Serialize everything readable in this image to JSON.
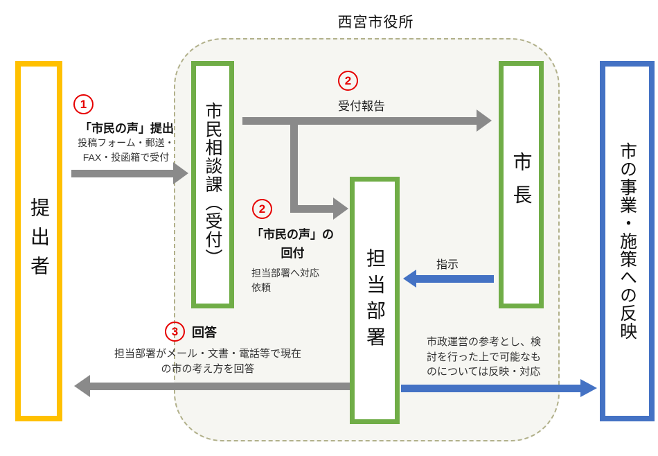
{
  "header": {
    "title": "西宮市役所"
  },
  "boxes": {
    "submitter": "提出者",
    "reception": "市民相談課（受付）",
    "mayor": "市長",
    "department": "担当部署",
    "reflection": "市の事業・施策への反映"
  },
  "steps": {
    "step1": {
      "number": "1",
      "title": "「市民の声」提出",
      "desc": "投稿フォーム・郵送・\nFAX・投函箱で受付"
    },
    "step2_report": {
      "number": "2",
      "label": "受付報告"
    },
    "step2_forward": {
      "number": "2",
      "title": "「市民の声」の\n回付",
      "desc": "担当部署へ対応\n依頼"
    },
    "instruction": {
      "label": "指示"
    },
    "step3": {
      "number": "3",
      "title": "回答",
      "desc": "担当部署がメール・文書・電話等で現在\nの市の考え方を回答"
    },
    "reflection_note": "市政運営の参考とし、検\n討を行った上で可能なも\nのについては反映・対応"
  },
  "colors": {
    "submitter_border": "#FFC000",
    "internal_border": "#70AD47",
    "reflection_border": "#4472C4",
    "gray_arrow": "#8A8A8A",
    "blue_arrow": "#4472C4",
    "step_number_red": "#E60000",
    "container_dash": "#B1B08A",
    "container_fill": "#F6F6F2"
  }
}
